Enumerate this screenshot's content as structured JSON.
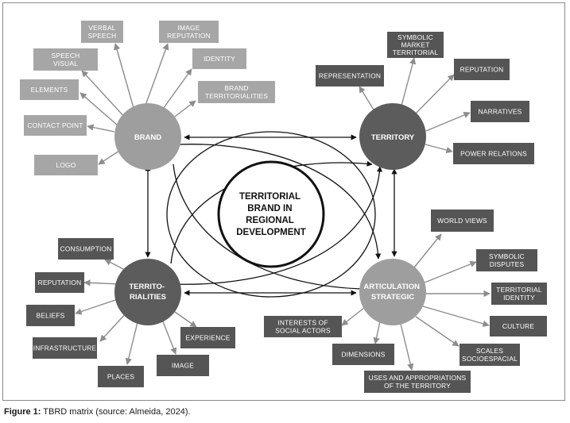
{
  "center": {
    "lines": [
      "TERRITORIAL",
      "BRAND IN",
      "REGIONAL",
      "DEVELOPMENT"
    ]
  },
  "hubs": {
    "brand": {
      "lines": [
        "BRAND"
      ]
    },
    "territory": {
      "lines": [
        "TERRITORY"
      ]
    },
    "territorialities": {
      "lines": [
        "TERRITO-",
        "RIALITIES"
      ]
    },
    "articulation": {
      "lines": [
        "ARTICULATION",
        "STRATEGIC"
      ]
    }
  },
  "boxes": {
    "verbal_speech": [
      "VERBAL",
      "SPEECH"
    ],
    "image_reputation": [
      "IMAGE",
      "REPUTATION"
    ],
    "speech_visual": [
      "SPEECH",
      "VISUAL"
    ],
    "identity": [
      "IDENTITY"
    ],
    "elements": [
      "ELEMENTS"
    ],
    "brand_territorialities": [
      "BRAND",
      "TERRITORIALITIES"
    ],
    "contact_point": [
      "CONTACT POINT"
    ],
    "logo": [
      "LOGO"
    ],
    "symbolic_market": [
      "SYMBOLIC",
      "MARKET",
      "TERRITORIAL"
    ],
    "representation": [
      "REPRESENTATION"
    ],
    "reputation_t": [
      "REPUTATION"
    ],
    "narratives": [
      "NARRATIVES"
    ],
    "power_relations": [
      "POWER RELATIONS"
    ],
    "consumption": [
      "CONSUMPTION"
    ],
    "reputation_r": [
      "REPUTATION"
    ],
    "beliefs": [
      "BELIEFS"
    ],
    "infrastructure": [
      "INFRASTRUCTURE"
    ],
    "places": [
      "PLACES"
    ],
    "image": [
      "IMAGE"
    ],
    "experience": [
      "EXPERIENCE"
    ],
    "world_views": [
      "WORLD VIEWS"
    ],
    "symbolic_disputes": [
      "SYMBOLIC",
      "DISPUTES"
    ],
    "territorial_identity": [
      "TERRITORIAL",
      "IDENTITY"
    ],
    "culture": [
      "CULTURE"
    ],
    "scales": [
      "SCALES",
      "SOCIOESPACIAL"
    ],
    "interests": [
      "INTERESTS OF",
      "SOCIAL ACTORS"
    ],
    "dimensions": [
      "DIMENSIONS"
    ],
    "uses": [
      "USES AND APPROPRIATIONS",
      "OF THE TERRITORY"
    ]
  },
  "caption": {
    "label": "Figure 1:",
    "text": " TBRD matrix (source: Almeida, 2024)."
  },
  "colors": {
    "light_box": "#a6a6a6",
    "dark_box": "#555555",
    "light_hub": "#9e9e9e",
    "dark_hub": "#5c5c5c",
    "arrow": "#8c8c8c",
    "connector": "#111111"
  }
}
